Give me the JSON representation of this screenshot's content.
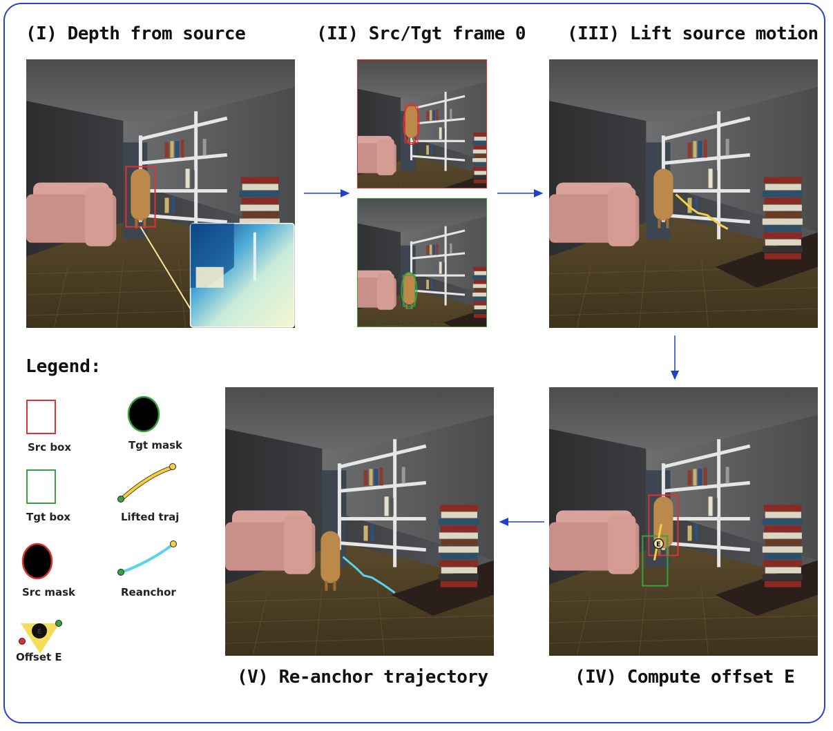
{
  "titles": {
    "p1": "(I) Depth from source",
    "p2": "(II) Src/Tgt frame 0",
    "p3": "(III) Lift source motion",
    "p4": "(IV) Compute offset E",
    "p5": "(V) Re-anchor trajectory"
  },
  "legend": {
    "title": "Legend:",
    "src_box": "Src box",
    "tgt_mask": "Tgt mask",
    "tgt_box": "Tgt box",
    "lifted_traj": "Lifted traj",
    "src_mask": "Src mask",
    "reanchor": "Reanchor",
    "offset": "Offset E"
  },
  "offset_marker": "E",
  "colors": {
    "frame": "#2a3fd0",
    "arrow": "#1e3fd0",
    "src": "#e03030",
    "tgt": "#3aa040",
    "lifted": "#f5cf45",
    "reanchor": "#5cd3ee"
  }
}
